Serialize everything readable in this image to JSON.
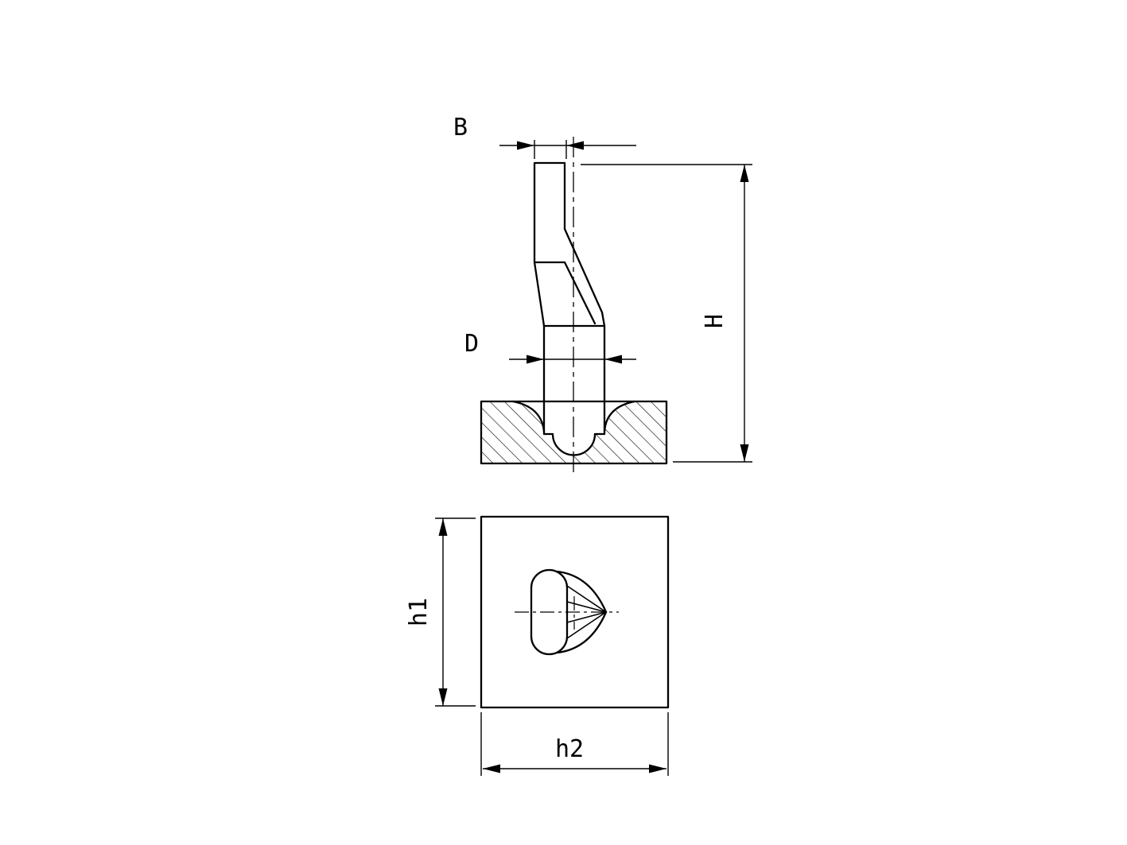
{
  "colors": {
    "line": "#000000",
    "background": "#ffffff"
  },
  "dimensions": {
    "B": {
      "label": "B"
    },
    "D": {
      "label": "D"
    },
    "H": {
      "label": "H"
    },
    "h1": {
      "label": "h1"
    },
    "h2": {
      "label": "h2"
    }
  }
}
